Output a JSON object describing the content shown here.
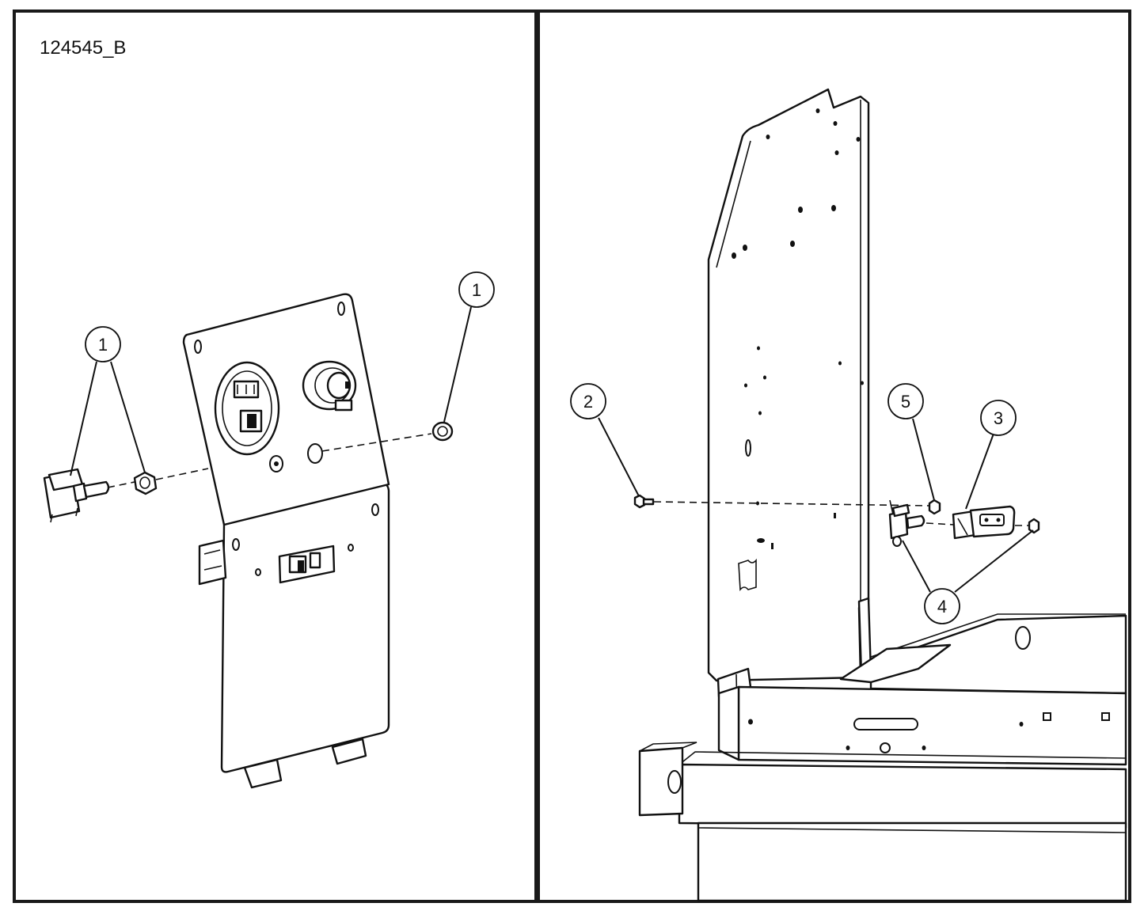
{
  "drawing": {
    "id": "124545_B"
  },
  "callouts": {
    "left_toggle_switch": "1",
    "left_ring_nut": "1",
    "screw": "2",
    "connector": "3",
    "switch_and_nut": "4",
    "nut": "5"
  }
}
